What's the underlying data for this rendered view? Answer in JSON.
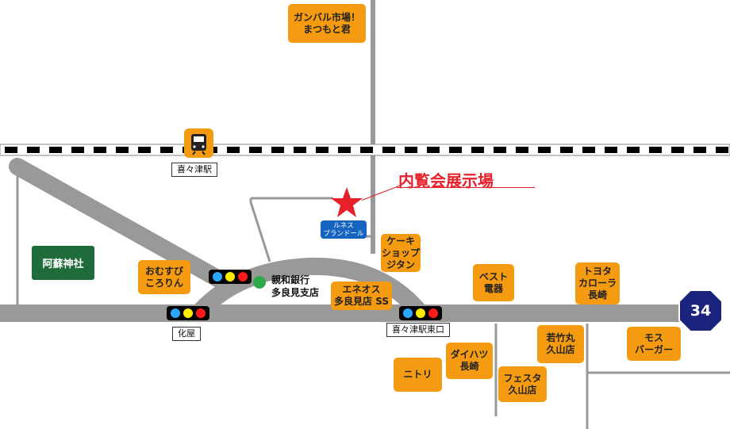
{
  "colors": {
    "road": "#999999",
    "shop": "#f59b12",
    "shrine": "#1f6b3a",
    "venue": "#e8202a",
    "sign_blue": "#1a237e",
    "lunesse_blue": "#1565c0",
    "bank_green": "#2ea84a"
  },
  "venue": {
    "label": "内覧会展示場",
    "icon": "star-icon"
  },
  "lunesse": {
    "line1": "ルネス",
    "line2": "ブランドール"
  },
  "route": {
    "number": "34"
  },
  "stations": {
    "kitsu": "喜々津駅",
    "kitsu_east": "喜々津駅東口",
    "kaya": "化屋"
  },
  "train_icon": "train-icon",
  "shrine": {
    "label": "阿蘇神社"
  },
  "bank": {
    "line1": "親和銀行",
    "line2": "多良見支店"
  },
  "shops": [
    {
      "line1": "ガンバル市場！",
      "line2": "まつもと君"
    },
    {
      "line1": "おむすび",
      "line2": "ころりん"
    },
    {
      "line1": "エネオス",
      "line2": "多良見店 SS"
    },
    {
      "line1": "ケーキ",
      "line2": "ショップ",
      "line3": "ジタン"
    },
    {
      "line1": "ベスト",
      "line2": "電器"
    },
    {
      "line1": "トヨタ",
      "line2": "カローラ",
      "line3": "長崎"
    },
    {
      "line1": "若竹丸",
      "line2": "久山店"
    },
    {
      "line1": "モス",
      "line2": "バーガー"
    },
    {
      "line1": "ダイハツ",
      "line2": "長崎"
    },
    {
      "line1": "ニトリ"
    },
    {
      "line1": "フェスタ",
      "line2": "久山店"
    }
  ]
}
